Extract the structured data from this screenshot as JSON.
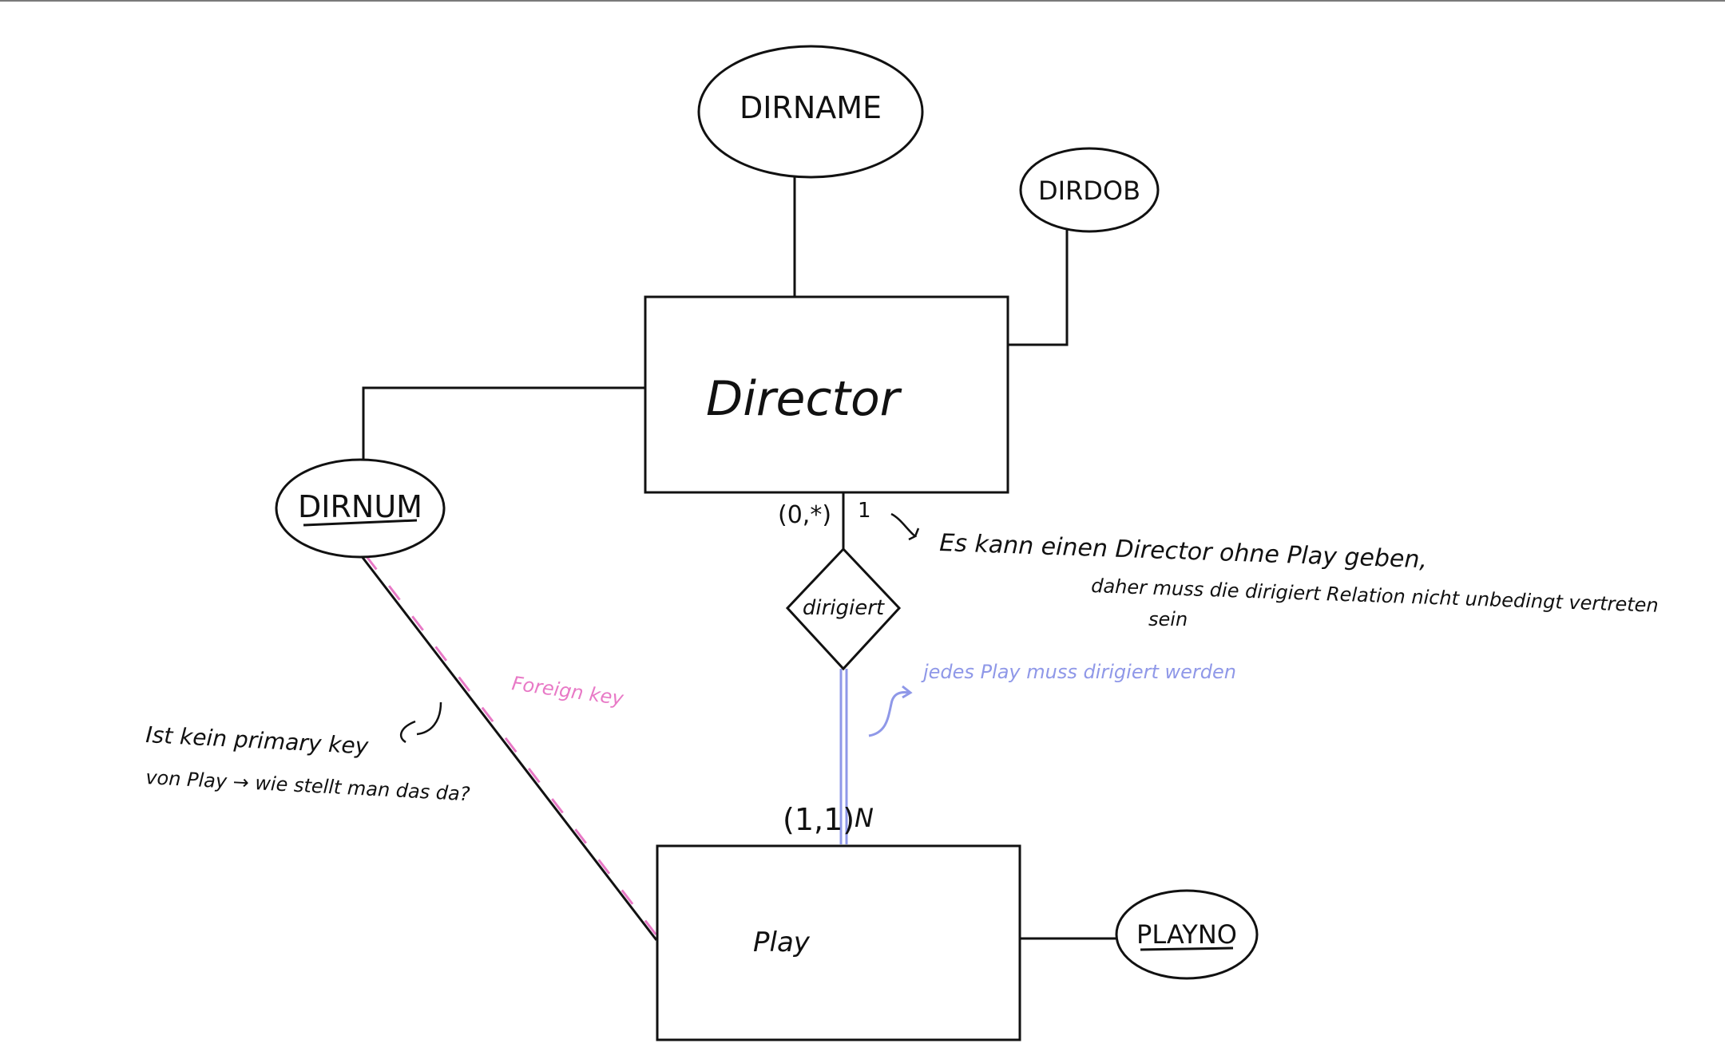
{
  "entities": {
    "director": "Director",
    "play": "Play"
  },
  "attributes": {
    "dirname": "DIRNAME",
    "dirdob": "DIRDOB",
    "dirnum": "DIRNUM",
    "playno": "PLAYNO"
  },
  "relationship": {
    "label": "dirigiert"
  },
  "cardinalities": {
    "director_min_max": "(0,*)",
    "director_side": "1",
    "play_min_max": "(1,1)",
    "play_side": "N"
  },
  "annotations": {
    "director_note_line1": "Es kann einen Director ohne Play geben,",
    "director_note_line2": "daher muss die dirigiert Relation nicht unbedingt vertreten",
    "director_note_line3": "sein",
    "play_note": "jedes Play muss dirigiert werden",
    "foreign_key": "Foreign key",
    "question_line1": "Ist kein primary key",
    "question_line2": "von Play → wie stellt man das da?"
  },
  "colors": {
    "ink": "#111111",
    "pink": "#e879c6",
    "blue": "#8f98e8",
    "frame": "#7a7a7a"
  }
}
